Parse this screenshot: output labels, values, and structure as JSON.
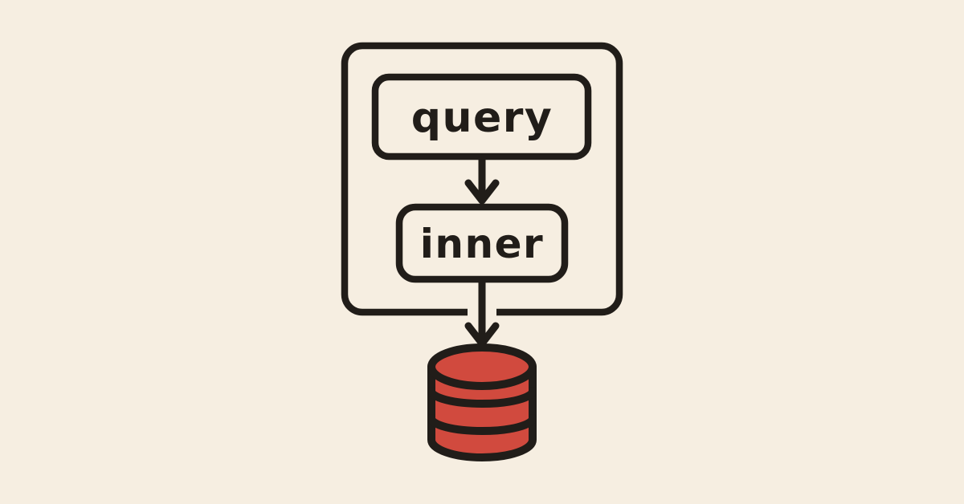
{
  "page": {
    "background_color": "#f6eee1",
    "line_color": "#211d19"
  },
  "diagram": {
    "type": "flowchart",
    "nodes": [
      {
        "id": "query",
        "label": "query"
      },
      {
        "id": "inner",
        "label": "inner"
      }
    ],
    "connections": [
      {
        "from": "query",
        "to": "inner",
        "style": "arrow-down"
      },
      {
        "from": "inner",
        "to": "database",
        "style": "arrow-down",
        "note": "passes through gap in outer container bottom border"
      }
    ],
    "outer_container": {
      "contains": [
        "query",
        "inner"
      ]
    },
    "database": {
      "type": "cylinder",
      "bands": 3,
      "fill_color": "#d14a3e"
    }
  }
}
